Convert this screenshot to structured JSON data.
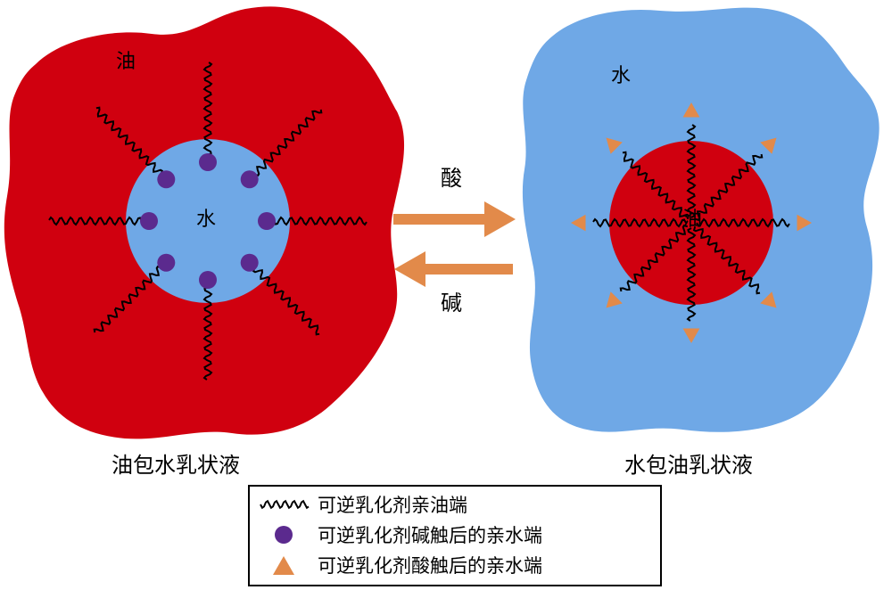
{
  "left_panel": {
    "outer_label": "油",
    "inner_label": "水",
    "caption": "油包水乳状液"
  },
  "right_panel": {
    "outer_label": "水",
    "inner_label": "油",
    "caption": "水包油乳状液"
  },
  "arrows": {
    "forward_label": "酸",
    "backward_label": "碱"
  },
  "legend": {
    "items": [
      {
        "icon": "wavy-line-icon",
        "label": "可逆乳化剂亲油端"
      },
      {
        "icon": "purple-circle-icon",
        "label": "可逆乳化剂碱触后的亲水端"
      },
      {
        "icon": "orange-triangle-icon",
        "label": "可逆乳化剂酸触后的亲水端"
      }
    ]
  },
  "colors": {
    "oil": "#d0000f",
    "water": "#6fa8e6",
    "arrow": "#e28a4a",
    "base_head": "#5b2a8e",
    "acid_head": "#e28a4a"
  }
}
